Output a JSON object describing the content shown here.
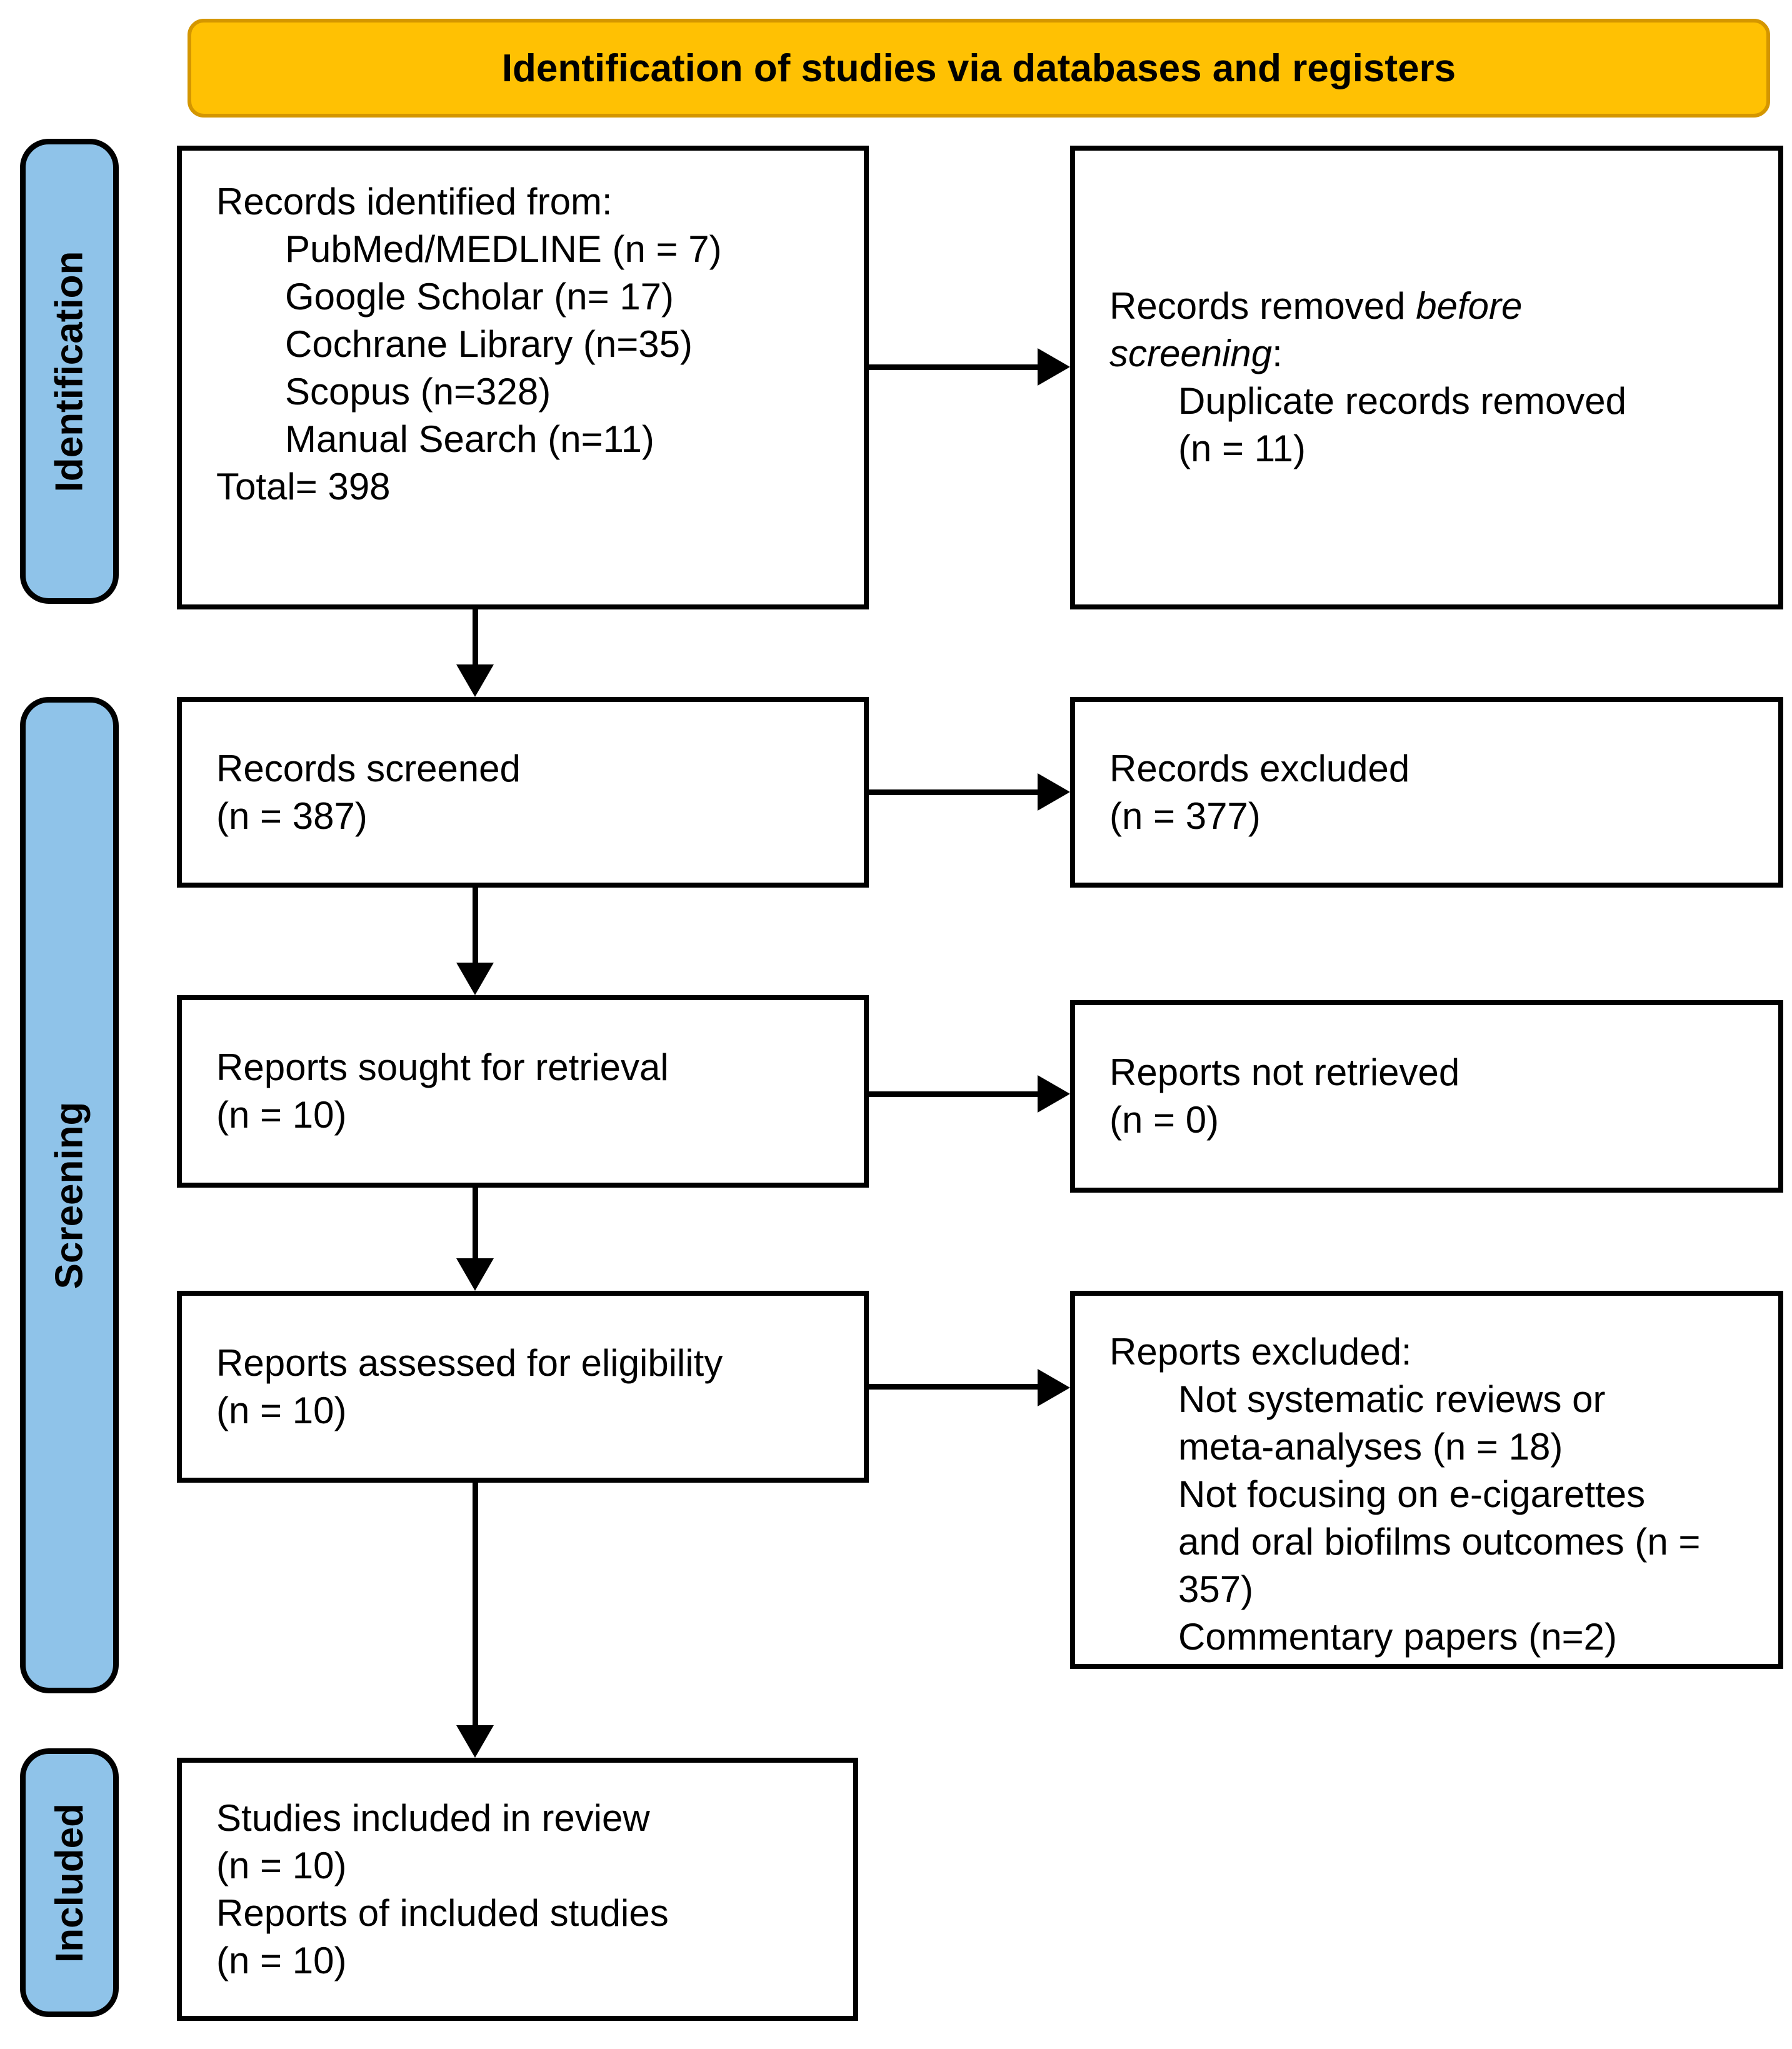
{
  "banner": {
    "title": "Identification of studies via databases and registers"
  },
  "stages": [
    {
      "label": "Identification"
    },
    {
      "label": "Screening"
    },
    {
      "label": "Included"
    }
  ],
  "boxes": {
    "records_identified": {
      "heading": "Records identified from:",
      "sources": [
        "PubMed/MEDLINE (n = 7)",
        "Google Scholar (n= 17)",
        "Cochrane Library (n=35)",
        "Scopus (n=328)",
        "Manual Search (n=11)"
      ],
      "total": "Total= 398"
    },
    "records_removed": {
      "heading_prefix": "Records removed ",
      "heading_italic": "before screening",
      "heading_suffix": ":",
      "reasons": [
        "Duplicate records removed (n = 11)"
      ]
    },
    "records_screened": {
      "lines": [
        "Records screened",
        "(n = 387)"
      ]
    },
    "records_excluded": {
      "lines": [
        "Records excluded",
        "(n = 377)"
      ]
    },
    "reports_sought": {
      "lines": [
        "Reports sought for retrieval",
        "(n = 10)"
      ]
    },
    "reports_not_retrieved": {
      "lines": [
        "Reports not retrieved",
        "(n = 0)"
      ]
    },
    "reports_assessed": {
      "lines": [
        "Reports assessed for eligibility",
        "(n = 10)"
      ]
    },
    "reports_excluded": {
      "heading": "Reports excluded:",
      "reasons": [
        "Not systematic reviews or meta-analyses (n = 18)",
        "Not focusing on e-cigarettes and oral biofilms outcomes (n = 357)",
        "Commentary papers (n=2)"
      ]
    },
    "studies_included": {
      "lines": [
        "Studies included in review",
        "(n = 10)",
        "Reports of included studies",
        "(n = 10)"
      ]
    }
  },
  "colors": {
    "banner_fill": "#FFC103",
    "banner_border": "#D49600",
    "stage_fill": "#8FC3E9",
    "box_border": "#000000"
  }
}
